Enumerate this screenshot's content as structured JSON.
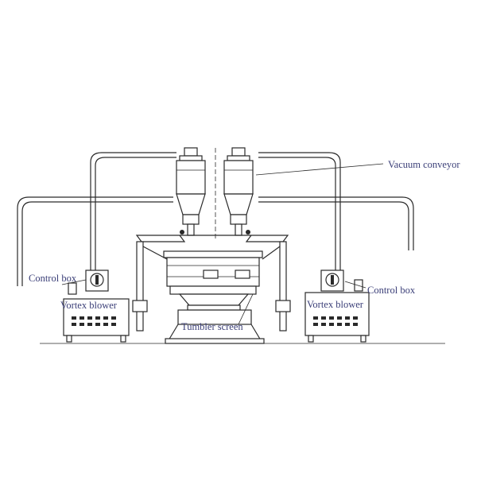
{
  "labels": {
    "vacuum_conveyor": "Vacuum conveyor",
    "control_box_left": "Control box",
    "control_box_right": "Control box",
    "vortex_blower_left": "Vortex blower",
    "vortex_blower_right": "Vortex blower",
    "tumbler_screen": "Tumbler screen"
  }
}
